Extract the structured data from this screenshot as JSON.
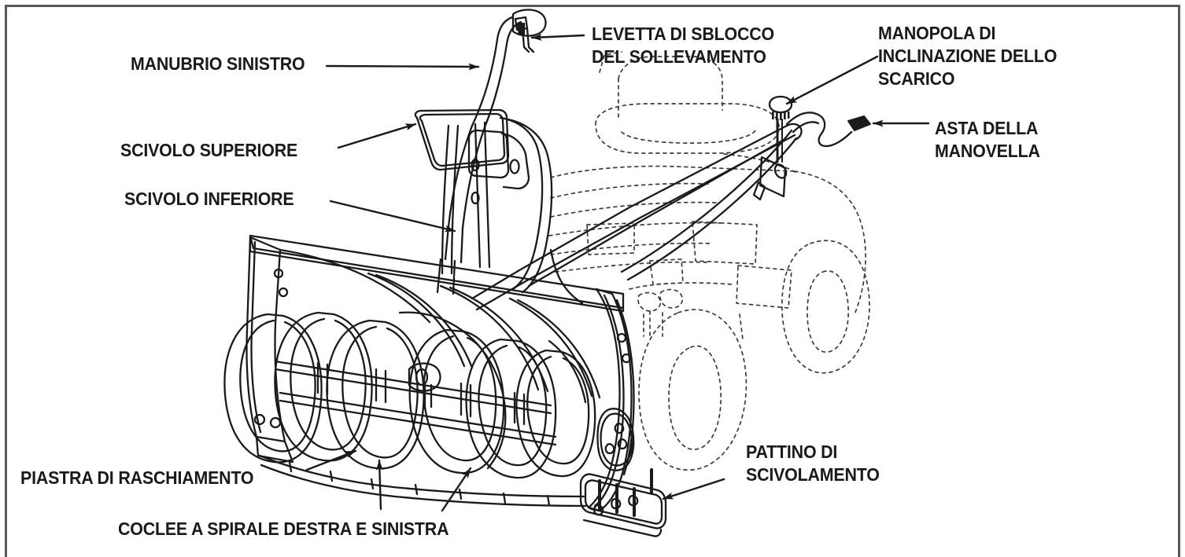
{
  "figure": {
    "title": "Snow blower attachment component callout diagram",
    "language": "Italian",
    "border_color": "#58585a",
    "text_color": "#1a1a1a",
    "line_color": "#1a1a1a",
    "background": "#ffffff"
  },
  "labels": {
    "left_handlebar": "MANUBRIO SINISTRO",
    "upper_chute": "SCIVOLO SUPERIORE",
    "lower_chute": "SCIVOLO INFERIORE",
    "lift_release_lever": "LEVETTA DI SBLOCCO\nDEL SOLLEVAMENTO",
    "chute_deflector_knob": "MANOPOLA DI\nINCLINAZIONE DELLO\nSCARICO",
    "crank_rod": "ASTA DELLA\nMANOVELLA",
    "skid_shoe": "PATTINO DI\nSCIVOLAMENTO",
    "scraper_plate": "PIASTRA DI RASCHIAMENTO",
    "augers": "COCLEE A SPIRALE DESTRA E SINISTRA"
  },
  "parts": [
    {
      "id": "left-handlebar",
      "label": "MANUBRIO SINISTRO"
    },
    {
      "id": "upper-chute",
      "label": "SCIVOLO SUPERIORE"
    },
    {
      "id": "lower-chute",
      "label": "SCIVOLO INFERIORE"
    },
    {
      "id": "lift-release-lever",
      "label": "LEVETTA DI SBLOCCO DEL SOLLEVAMENTO"
    },
    {
      "id": "chute-deflector-knob",
      "label": "MANOPOLA DI INCLINAZIONE DELLO SCARICO"
    },
    {
      "id": "crank-rod",
      "label": "ASTA DELLA MANOVELLA"
    },
    {
      "id": "skid-shoe",
      "label": "PATTINO DI SCIVOLAMENTO"
    },
    {
      "id": "scraper-plate",
      "label": "PIASTRA DI RASCHIAMENTO"
    },
    {
      "id": "augers",
      "label": "COCLEE A SPIRALE DESTRA E SINISTRA"
    }
  ]
}
